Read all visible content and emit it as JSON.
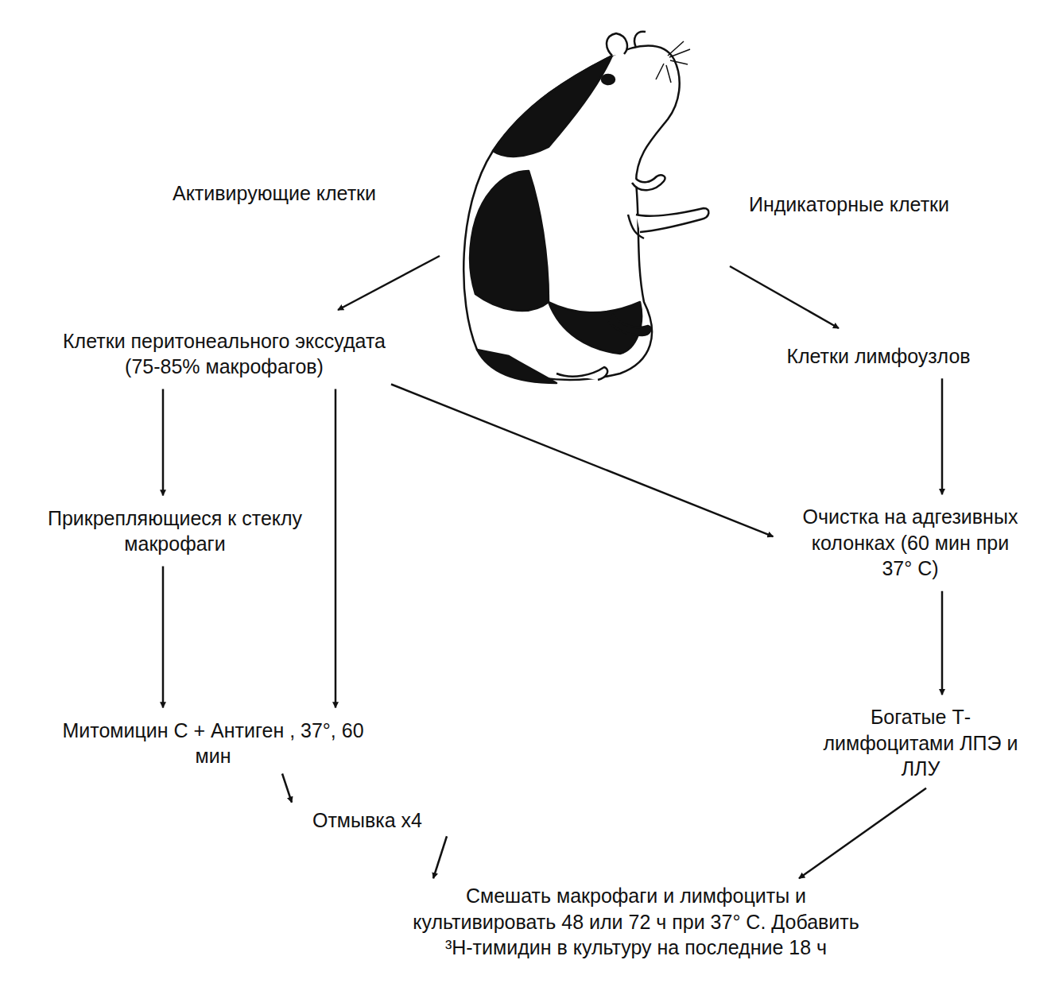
{
  "diagram": {
    "nodes": [
      {
        "text": [
          "Клетки перитонеального экссудата (75-85% макрофагов)"
        ]
      },
      {
        "text": [
          "Прикрепляющиеся к стеклу макрофаги"
        ]
      },
      {
        "text": [
          "Митомицин С + Антиген , 37°, 60 мин"
        ]
      },
      {
        "text": [
          "Отмывка x4"
        ]
      },
      {
        "text": [
          "Смешать макрофаги и лимфоциты и культивировать 48 или 72 ч при 37° С. Добавить ³Н-тимидин в культуру на последние 18 ч"
        ]
      },
      {
        "text": [
          "Клетки лимфоузлов"
        ]
      },
      {
        "text": [
          "Очистка на адгезивных колонках (60 мин при 37° С)"
        ]
      },
      {
        "text": [
          "Богатые Т-лимфоцитами ЛПЭ и ЛЛУ"
        ]
      }
    ],
    "edges": [
      {
        "from": 0,
        "to": 1,
        "arrow": "to"
      },
      {
        "from": 1,
        "to": 2,
        "arrow": "to"
      },
      {
        "from": 0,
        "to": 2,
        "arrow": "to"
      },
      {
        "from": 0,
        "to": 6,
        "arrow": "to"
      },
      {
        "from": 2,
        "to": 3,
        "arrow": "to"
      },
      {
        "from": 3,
        "to": 4,
        "arrow": "to"
      },
      {
        "from": 5,
        "to": 6,
        "arrow": "to"
      },
      {
        "from": 6,
        "to": 7,
        "arrow": "to"
      },
      {
        "from": 7,
        "to": 4,
        "arrow": "to"
      }
    ],
    "labels": [
      "Активирующие клетки",
      "Индикаторные клетки"
    ]
  }
}
